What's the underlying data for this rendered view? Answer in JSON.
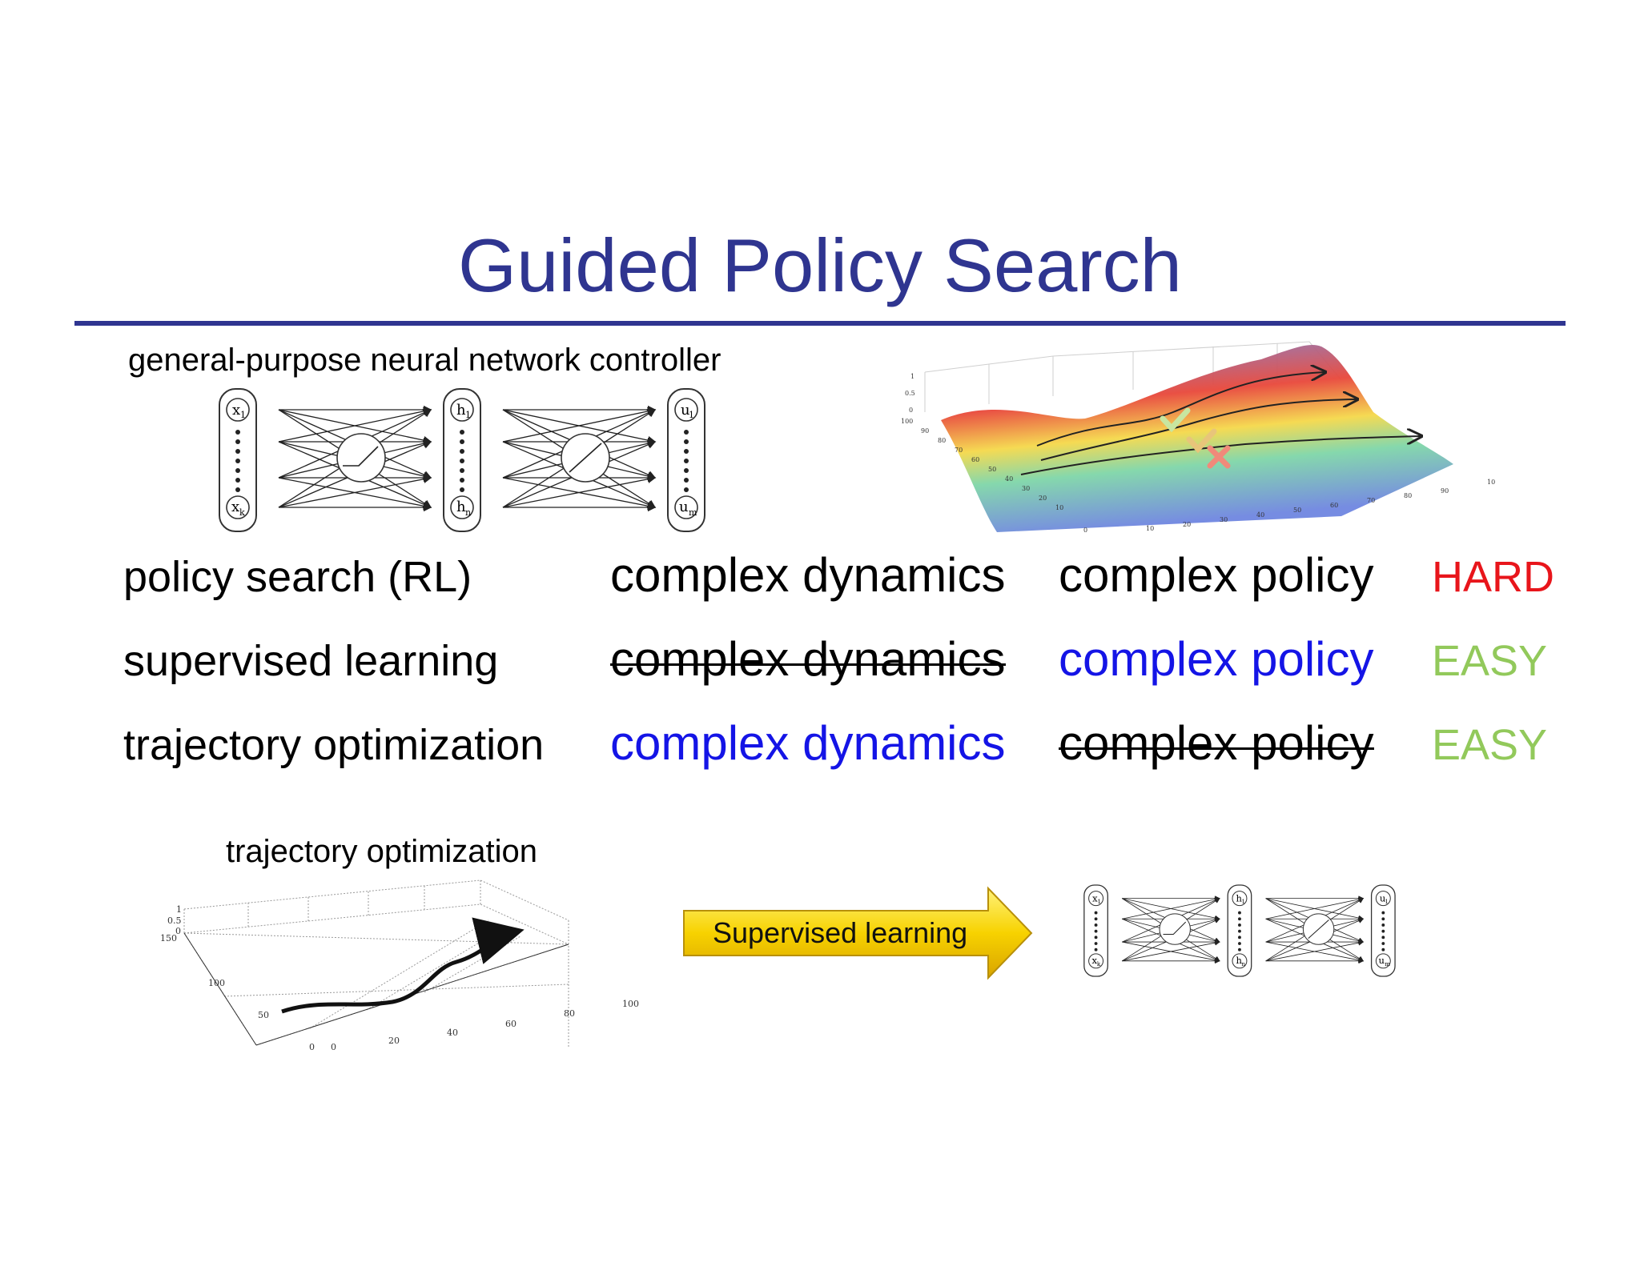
{
  "slide": {
    "title": "Guided Policy Search",
    "nn_caption": "general-purpose neural network controller",
    "traj_caption": "trajectory optimization",
    "arrow_label": "Supervised learning"
  },
  "network": {
    "input_top": "x",
    "input_top_sub": "1",
    "input_bottom": "x",
    "input_bottom_sub": "k",
    "hidden_top": "h",
    "hidden_top_sub": "1",
    "hidden_bottom": "h",
    "hidden_bottom_sub": "n",
    "output_top": "u",
    "output_top_sub": "1",
    "output_bottom": "u",
    "output_bottom_sub": "m"
  },
  "surface_plot": {
    "z_ticks": [
      "1",
      "0.5",
      "0"
    ],
    "y_ticks": [
      "100",
      "90",
      "80",
      "70",
      "60",
      "50",
      "40",
      "30",
      "20",
      "10",
      "0"
    ],
    "x_ticks": [
      "10",
      "20",
      "30",
      "40",
      "50",
      "60",
      "70",
      "80",
      "90",
      "10"
    ],
    "colors": {
      "high": "#e8473a",
      "mid": "#f5d84a",
      "low": "#6f86e0",
      "check": "#c8e6a0",
      "cross": "#f08a7a"
    }
  },
  "trajectory_plot": {
    "z_ticks": [
      "1",
      "0.5",
      "0"
    ],
    "y_ticks": [
      "150",
      "100",
      "50",
      "0"
    ],
    "x_ticks": [
      "0",
      "20",
      "40",
      "60",
      "80",
      "100"
    ]
  },
  "comparison": {
    "rows": [
      {
        "method": "policy search (RL)",
        "dynamics": "complex dynamics",
        "policy": "complex policy",
        "verdict": "HARD"
      },
      {
        "method": "supervised learning",
        "dynamics": "complex dynamics",
        "policy": "complex policy",
        "verdict": "EASY"
      },
      {
        "method": "trajectory optimization",
        "dynamics": "complex dynamics",
        "policy": "complex policy",
        "verdict": "EASY"
      }
    ],
    "colors": {
      "hard": "#e8151b",
      "easy": "#92c95b",
      "highlight": "#1414e6",
      "title": "#2f3590"
    }
  }
}
